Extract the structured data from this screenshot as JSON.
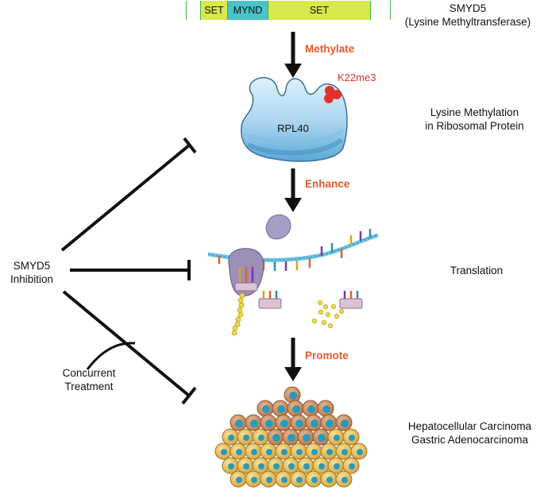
{
  "protein": {
    "name_line1": "SMYD5",
    "name_line2": "(Lysine Methyltransferase)",
    "domains": [
      {
        "label": "",
        "color": "#ffffff"
      },
      {
        "label": "SET",
        "color": "#d9e84a"
      },
      {
        "label": "MYND",
        "color": "#49c3c8"
      },
      {
        "label": "SET",
        "color": "#d9e84a"
      },
      {
        "label": "",
        "color": "#ffffff"
      }
    ],
    "border_color": "#3db34a"
  },
  "steps": {
    "methylate": "Methylate",
    "enhance": "Enhance",
    "promote": "Promote"
  },
  "rpl40": {
    "label": "RPL40",
    "mark": "K22me3",
    "mark_color": "#e0312b"
  },
  "stages": {
    "methylation_line1": "Lysine Methylation",
    "methylation_line2": "in Ribosomal Protein",
    "translation": "Translation",
    "cancer_line1": "Hepatocellular Carcinoma",
    "cancer_line2": "Gastric Adenocarcinoma"
  },
  "inhibition": {
    "line1": "SMYD5",
    "line2": "Inhibition",
    "concurrent_line1": "Concurrent",
    "concurrent_line2": "Treatment"
  },
  "colors": {
    "accent": "#e8582a",
    "arrow": "#111111",
    "cell_fill": "#e6b84a",
    "nucleus": "#2a9ab8",
    "ribosome": "#9c8fb8"
  }
}
